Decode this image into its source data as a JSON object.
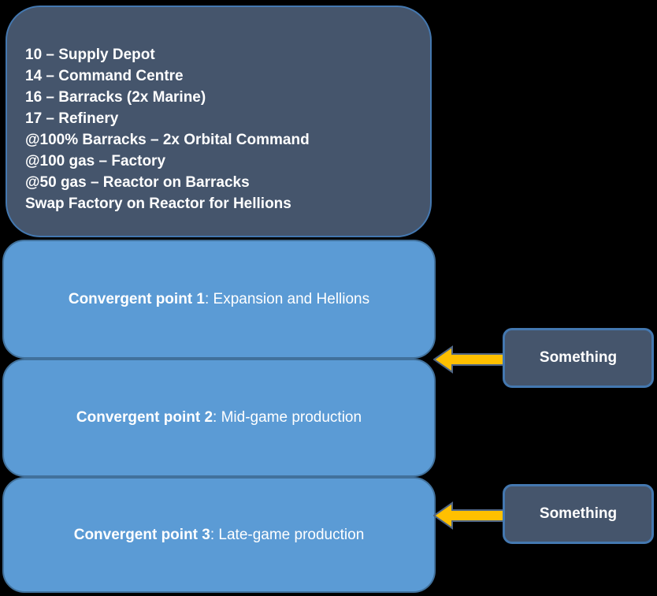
{
  "colors": {
    "background": "#000000",
    "text": "#FFFFFF",
    "dark_box_fill": "#45556C",
    "dark_box_border": "#4478B0",
    "blue_box_fill": "#5B9BD5",
    "blue_box_border": "#41719C",
    "arrow_fill": "#FFC000",
    "arrow_border": "#506685"
  },
  "build_order_box": {
    "lines": [
      "10 – Supply Depot",
      "14 – Command Centre",
      "16 – Barracks (2x Marine)",
      "17 – Refinery",
      "@100% Barracks – 2x Orbital Command",
      "@100 gas – Factory",
      "@50 gas – Reactor on Barracks",
      "Swap Factory on Reactor for Hellions"
    ]
  },
  "convergent_points": [
    {
      "label": "Convergent point 1",
      "description": ": Expansion and Hellions"
    },
    {
      "label": "Convergent point 2",
      "description": ": Mid-game production"
    },
    {
      "label": "Convergent point 3",
      "description": ": Late-game production"
    }
  ],
  "callouts": [
    {
      "label": "Something"
    },
    {
      "label": "Something"
    }
  ]
}
